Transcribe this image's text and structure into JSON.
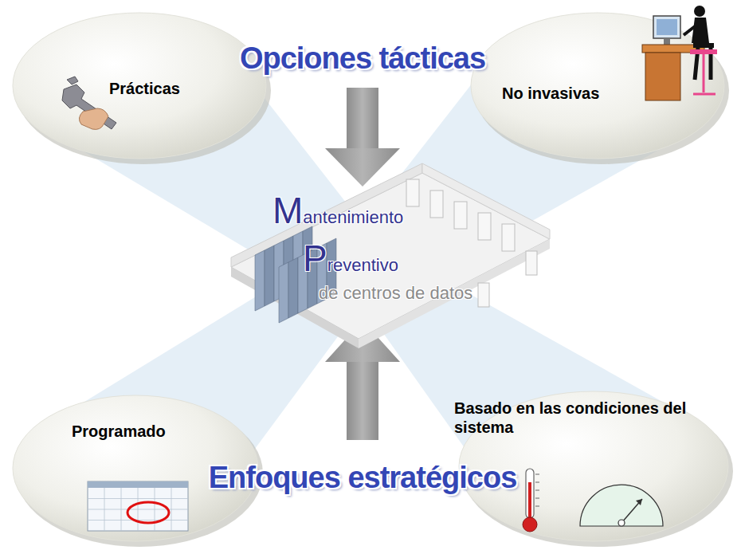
{
  "diagram": {
    "nodes": [
      {
        "text": [
          "Prácticas"
        ]
      },
      {
        "text": [
          "No invasivas"
        ]
      },
      {
        "text": [
          "Mantenimiento",
          "Preventivo",
          "de centros de datos"
        ]
      },
      {
        "text": [
          "Programado"
        ]
      },
      {
        "text": [
          "Basado en las condiciones del sistema"
        ]
      }
    ],
    "labels": [
      "Opciones tácticas",
      "Enfoques estratégicos"
    ]
  }
}
